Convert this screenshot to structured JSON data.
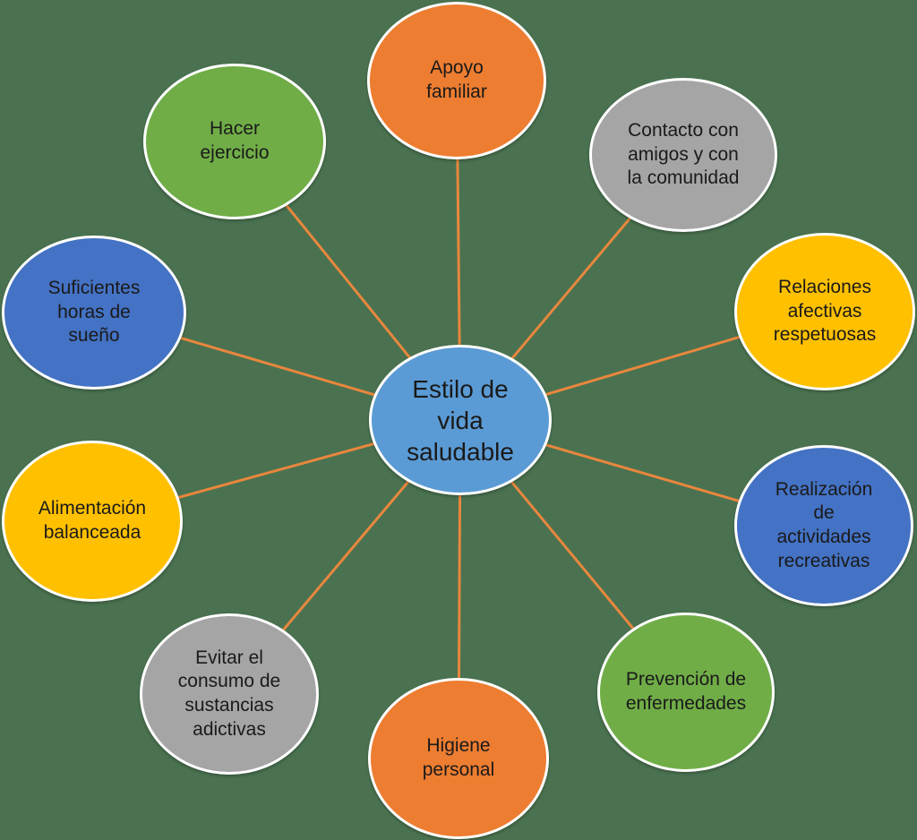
{
  "diagram": {
    "type": "radial-cycle",
    "background_color": "#4A7250",
    "connector_color": "#E8873D",
    "node_border_color": "#FFFFFF",
    "text_color": "#1A1A1A",
    "center_node": {
      "id": "estilo-de-vida-saludable",
      "label": "Estilo de vida saludable",
      "color": "#5B9BD5"
    },
    "nodes": [
      {
        "id": "apoyo-familiar",
        "label": "Apoyo familiar",
        "color": "#ED7D31"
      },
      {
        "id": "contacto-amigos-comunidad",
        "label": "Contacto con amigos y con la comunidad",
        "color": "#A5A5A5"
      },
      {
        "id": "relaciones-afectivas-respetuosas",
        "label": "Relaciones afectivas respetuosas",
        "color": "#FFC000"
      },
      {
        "id": "realizacion-actividades-recreativas",
        "label": "Realización de actividades recreativas",
        "color": "#4472C4"
      },
      {
        "id": "prevencion-enfermedades",
        "label": "Prevención de enfermedades",
        "color": "#70AD47"
      },
      {
        "id": "higiene-personal",
        "label": "Higiene personal",
        "color": "#ED7D31"
      },
      {
        "id": "evitar-consumo-sustancias-adictivas",
        "label": "Evitar el consumo de sustancias adictivas",
        "color": "#A5A5A5"
      },
      {
        "id": "alimentacion-balanceada",
        "label": "Alimentación balanceada",
        "color": "#FFC000"
      },
      {
        "id": "suficientes-horas-sueno",
        "label": "Suficientes horas de sueño",
        "color": "#4472C4"
      },
      {
        "id": "hacer-ejercicio",
        "label": "Hacer ejercicio",
        "color": "#70AD47"
      }
    ]
  }
}
